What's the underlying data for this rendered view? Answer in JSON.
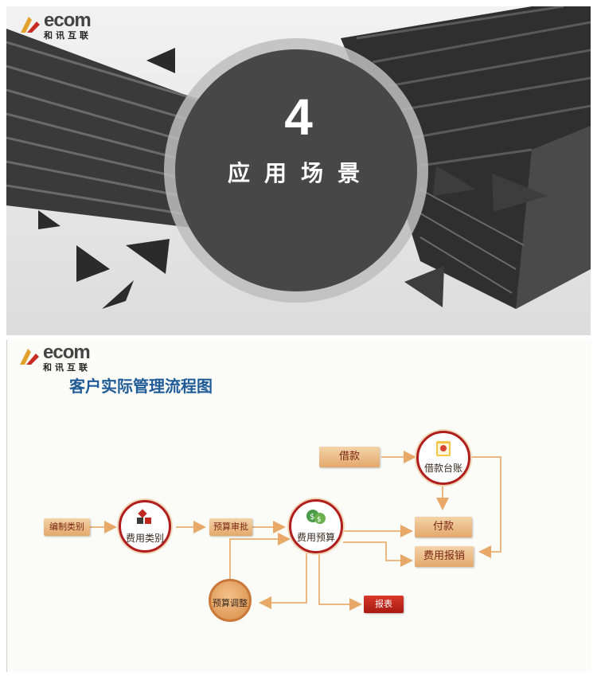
{
  "logo": {
    "brand_en": "ecom",
    "brand_cn": "和讯互联"
  },
  "slide1": {
    "section_number": "4",
    "section_title": "应用场景"
  },
  "slide2": {
    "title": "客户实际管理流程图",
    "nodes": {
      "budget_making": "编制类别",
      "expense_category": "费用类别",
      "budget_approval": "预算审批",
      "expense_budget": "费用预算",
      "loan": "借款",
      "loan_ledger": "借款台账",
      "payment": "付款",
      "expense_reimbursement": "费用报销",
      "budget_adjustment": "预算调整",
      "report": "报表"
    }
  }
}
